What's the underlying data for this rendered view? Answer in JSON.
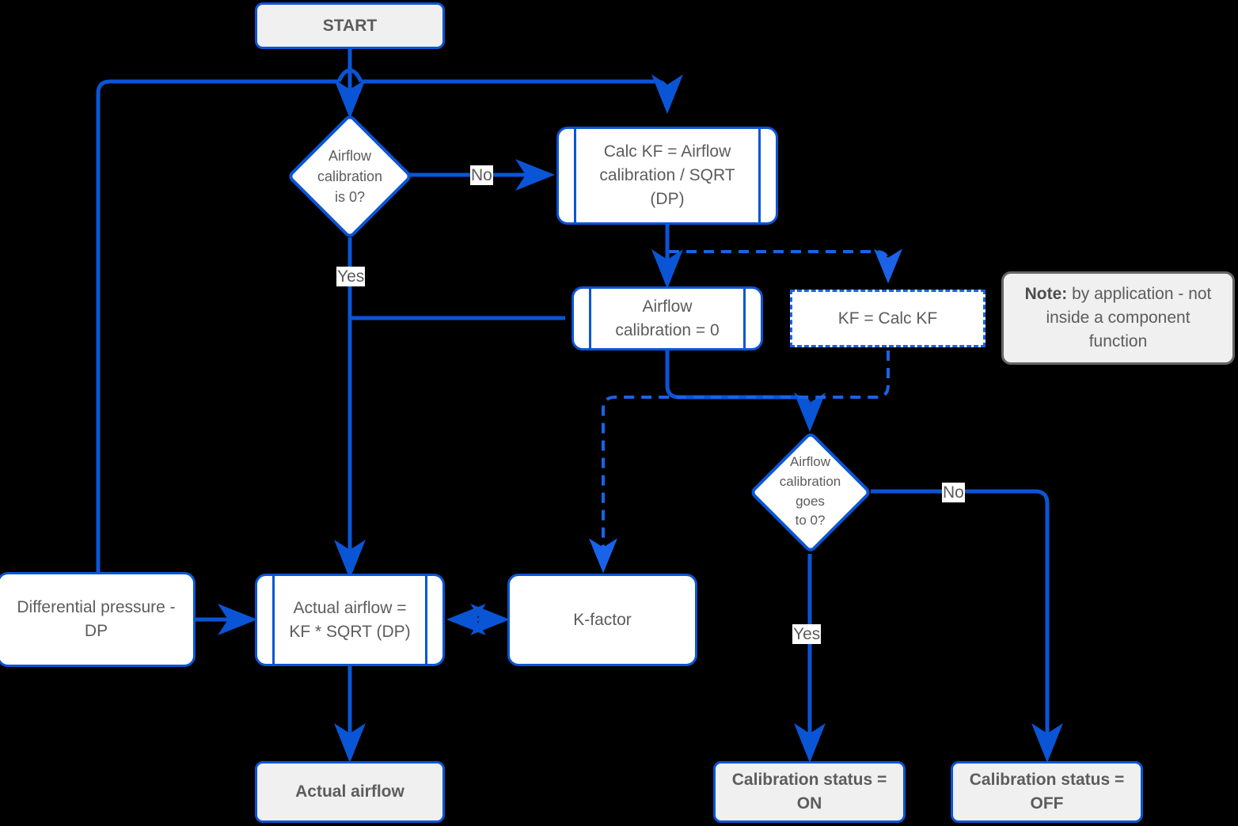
{
  "diagram": {
    "title": "Airflow calibration K-factor flowchart",
    "colors": {
      "edge_blue": "#0a55d6",
      "node_border_blue": "#0a55d6",
      "dashed_blue": "#1a63e8",
      "text_grey": "#5c5c5c",
      "note_border_grey": "#666666",
      "terminal_fill": "#f0f0f0",
      "process_fill": "#ffffff",
      "background": "#000000"
    },
    "nodes": [
      {
        "id": "start",
        "type": "terminal",
        "label": "START"
      },
      {
        "id": "dec1",
        "type": "decision",
        "label": "Airflow\ncalibration\nis 0?"
      },
      {
        "id": "calckf",
        "type": "subroutine",
        "label": "Calc KF = Airflow\ncalibration / SQRT\n(DP)"
      },
      {
        "id": "calzero",
        "type": "subroutine",
        "label": "Airflow\ncalibration = 0"
      },
      {
        "id": "kfassign",
        "type": "dashed",
        "label": "KF = Calc KF"
      },
      {
        "id": "note",
        "type": "note",
        "label_bold": "Note:",
        "label": " by application - not inside a component function"
      },
      {
        "id": "dec2",
        "type": "decision",
        "label": "Airflow\ncalibration\ngoes\nto 0?"
      },
      {
        "id": "dp",
        "type": "process",
        "label": "Differential pressure -\nDP"
      },
      {
        "id": "actual",
        "type": "subroutine",
        "label": "Actual airflow =\nKF * SQRT (DP)"
      },
      {
        "id": "kfactor",
        "type": "process",
        "label": "K-factor"
      },
      {
        "id": "actualout",
        "type": "terminal",
        "label": "Actual airflow"
      },
      {
        "id": "statuson",
        "type": "terminal",
        "label": "Calibration status =\nON"
      },
      {
        "id": "statusoff",
        "type": "terminal",
        "label": "Calibration status =\nOFF"
      }
    ],
    "edge_labels": [
      {
        "id": "no1",
        "text": "No"
      },
      {
        "id": "yes1",
        "text": "Yes"
      },
      {
        "id": "no2",
        "text": "No"
      },
      {
        "id": "yes2",
        "text": "Yes"
      }
    ]
  }
}
